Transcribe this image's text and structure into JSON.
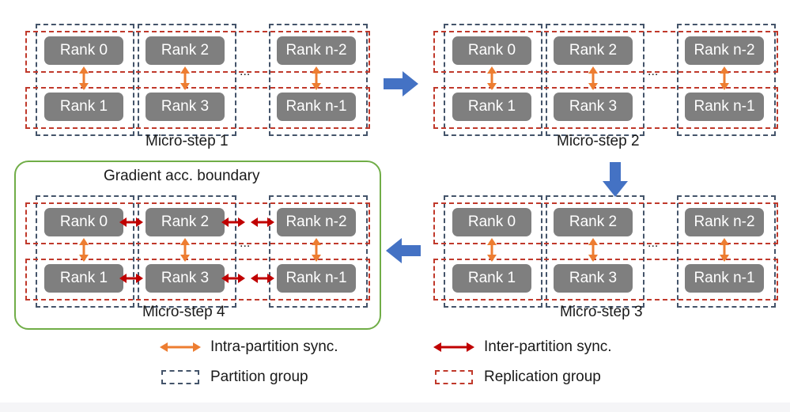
{
  "panels": {
    "p1": {
      "label": "Micro-step 1",
      "ranks": [
        "Rank 0",
        "Rank 2",
        "Rank n-2",
        "Rank 1",
        "Rank 3",
        "Rank n-1"
      ]
    },
    "p2": {
      "label": "Micro-step 2",
      "ranks": [
        "Rank 0",
        "Rank 2",
        "Rank n-2",
        "Rank 1",
        "Rank 3",
        "Rank n-1"
      ]
    },
    "p3": {
      "label": "Micro-step 3",
      "ranks": [
        "Rank 0",
        "Rank 2",
        "Rank n-2",
        "Rank 1",
        "Rank 3",
        "Rank n-1"
      ]
    },
    "p4": {
      "label": "Micro-step 4",
      "ranks": [
        "Rank 0",
        "Rank 2",
        "Rank n-2",
        "Rank 1",
        "Rank 3",
        "Rank n-1"
      ]
    }
  },
  "ellipsis": "...",
  "boundary_label": "Gradient acc. boundary",
  "legend": {
    "intra": "Intra-partition sync.",
    "inter": "Inter-partition sync.",
    "partition": "Partition group",
    "replication": "Replication group"
  },
  "colors": {
    "rank_fill": "#7f7f7f",
    "intra_sync": "#ed7d31",
    "inter_sync": "#c00000",
    "partition_group": "#44546a",
    "replication_group": "#c0392b",
    "boundary": "#70ad47",
    "flow_arrow": "#4472c4"
  }
}
